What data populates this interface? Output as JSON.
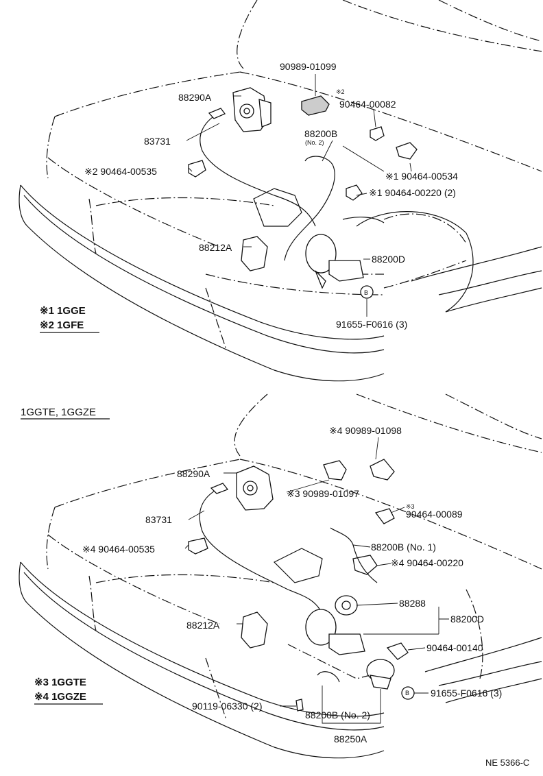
{
  "diagram_code": "NE 5366-C",
  "top": {
    "labels": {
      "p_90989_01099": "90989-01099",
      "mark_2": "※2",
      "p_90464_00082": "90464-00082",
      "p_88290A": "88290A",
      "p_88200B": "88200B",
      "p_88200B_no": "(No. 2)",
      "p_83731": "83731",
      "p_90464_00535": "※2 90464-00535",
      "p_90464_00534": "※1 90464-00534",
      "p_90464_00220": "※1 90464-00220 (2)",
      "p_88212A": "88212A",
      "p_88200D": "88200D",
      "b_mark": "B",
      "p_91655": "91655-F0616 (3)"
    },
    "legend": [
      "※1 1GGE",
      "※2 1GFE"
    ]
  },
  "section_title": "1GGTE, 1GGZE",
  "bottom": {
    "labels": {
      "p_90989_01098": "※4 90989-01098",
      "p_88290A": "88290A",
      "p_90989_01097": "※3 90989-01097",
      "mark_3": "※3",
      "p_90464_00089": "90464-00089",
      "p_83731": "83731",
      "p_88200B_no1": "88200B (No. 1)",
      "p_90464_00535": "※4 90464-00535",
      "p_90464_00220": "※4 90464-00220",
      "p_88288": "88288",
      "p_88212A": "88212A",
      "p_88200D": "88200D",
      "p_90464_00140": "90464-00140",
      "b_mark": "B",
      "p_91655": "91655-F0616 (3)",
      "p_90119": "90119-06330 (2)",
      "p_88200B_no2": "88200B (No. 2)",
      "p_88250A": "88250A"
    },
    "legend": [
      "※3 1GGTE",
      "※4 1GGZE"
    ]
  }
}
